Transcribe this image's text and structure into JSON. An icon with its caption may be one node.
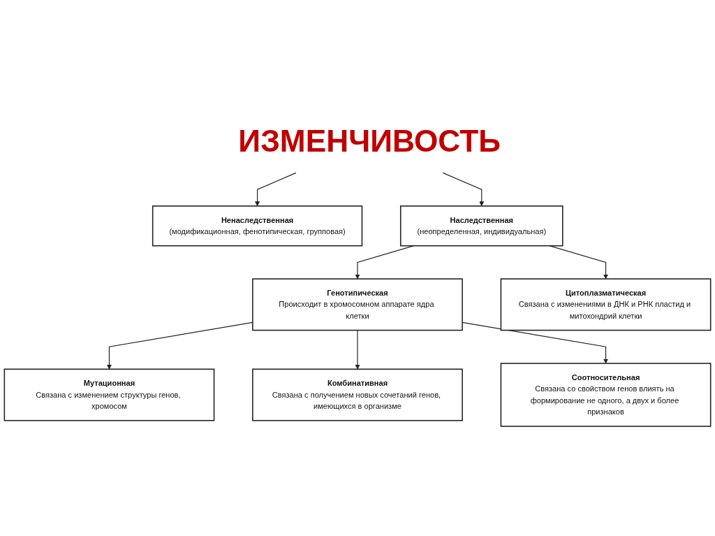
{
  "diagram": {
    "nodes": [
      {
        "text": [
          "ИЗМЕНЧИВОСТЬ"
        ]
      },
      {
        "text": [
          "Ненаследственная",
          "(модификационная, фенотипическая, групповая)"
        ]
      },
      {
        "text": [
          "Наследственная",
          "(неопределенная, индивидуальная)"
        ]
      },
      {
        "text": [
          "Генотипическая",
          "Происходит в хромосомном аппарате ядра клетки"
        ]
      },
      {
        "text": [
          "Цитоплазматическая",
          "Связана с изменениями в ДНК и РНК пластид и митохондрий клетки"
        ]
      },
      {
        "text": [
          "Мутационная",
          "Связана с изменением структуры генов, хромосом"
        ]
      },
      {
        "text": [
          "Комбинативная",
          "Связана с получением новых сочетаний генов, имеющихся в организме"
        ]
      },
      {
        "text": [
          "Соотносительная",
          "Связана со свойством генов влиять на формирование не одного, а двух и более признаков"
        ]
      }
    ],
    "edges": [
      {
        "from": 0,
        "to": 1,
        "arrow": "to"
      },
      {
        "from": 0,
        "to": 2,
        "arrow": "to"
      },
      {
        "from": 2,
        "to": 3,
        "arrow": "to"
      },
      {
        "from": 2,
        "to": 4,
        "arrow": "to"
      },
      {
        "from": 3,
        "to": 5,
        "arrow": "to"
      },
      {
        "from": 3,
        "to": 6,
        "arrow": "to"
      },
      {
        "from": 3,
        "to": 7,
        "arrow": "to"
      }
    ]
  }
}
